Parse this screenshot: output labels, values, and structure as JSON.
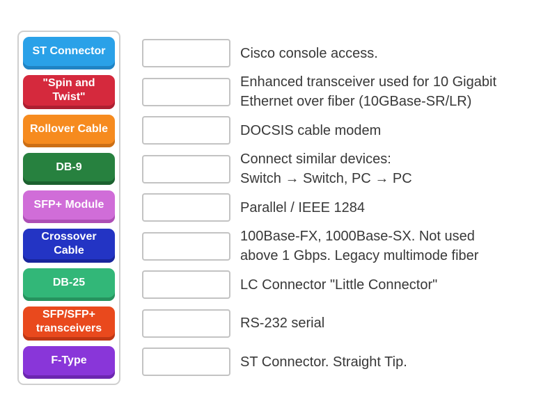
{
  "colors": {
    "page_background": "#ffffff",
    "board_border": "#cfcfcf",
    "drop_zone_border": "#c3c3c3",
    "definition_text": "#383838"
  },
  "tiles": [
    {
      "label": "ST Connector",
      "color": "#2aa1e8",
      "edge": "#1f83c4"
    },
    {
      "label": "\"Spin and Twist\"",
      "color": "#d5293d",
      "edge": "#ad1f31"
    },
    {
      "label": "Rollover Cable",
      "color": "#f68b1f",
      "edge": "#cc6f15"
    },
    {
      "label": "DB-9",
      "color": "#27813f",
      "edge": "#1c612f"
    },
    {
      "label": "SFP+ Module",
      "color": "#d06dd8",
      "edge": "#ad4fb5"
    },
    {
      "label": "Crossover Cable",
      "color": "#2334c4",
      "edge": "#19259c"
    },
    {
      "label": "DB-25",
      "color": "#32b778",
      "edge": "#26935e"
    },
    {
      "label": "SFP/SFP+ transceivers",
      "color": "#e9491d",
      "edge": "#bf3714"
    },
    {
      "label": "F-Type",
      "color": "#8936d9",
      "edge": "#6c27b0"
    }
  ],
  "definitions": [
    "Cisco console access.",
    "Enhanced transceiver used for 10 Gigabit\nEthernet over fiber (10GBase-SR/LR)",
    "DOCSIS cable modem",
    "Connect similar devices:\nSwitch → Switch, PC → PC",
    "Parallel / IEEE 1284",
    "100Base-FX, 1000Base-SX. Not used\nabove 1 Gbps. Legacy multimode fiber",
    "LC Connector \"Little Connector\"",
    "RS-232 serial",
    "ST Connector. Straight Tip."
  ]
}
